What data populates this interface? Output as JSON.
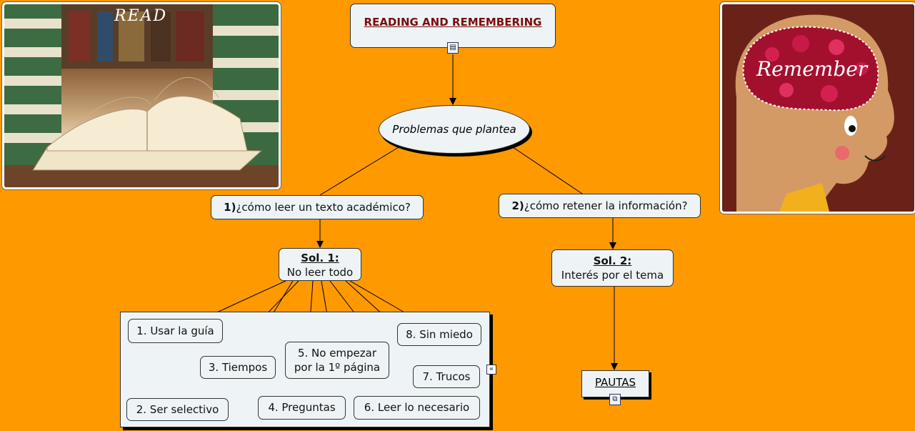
{
  "title": "READING AND REMEMBERING",
  "problems": "Problemas que plantea",
  "q1": {
    "num": "1)",
    "text": "¿cómo leer un texto académico?"
  },
  "q2": {
    "num": "2)",
    "text": "¿cómo retener la información?"
  },
  "sol1": {
    "title": "Sol. 1:",
    "text": "No leer todo"
  },
  "sol2": {
    "title": "Sol. 2:",
    "text": "Interés por el tema"
  },
  "items": {
    "i1": "1. Usar la guía",
    "i2": "2. Ser selectivo",
    "i3": "3. Tiempos",
    "i4": "4. Preguntas",
    "i5a": "5. No empezar",
    "i5b": "por la 1º página",
    "i6": "6. Leer lo necesario",
    "i7": "7. Trucos",
    "i8": "8. Sin miedo"
  },
  "pautas": "PAUTAS",
  "images": {
    "read_caption": "READ",
    "remember_caption": "Remember"
  },
  "icons": {
    "doc": "document-icon",
    "sitemap": "sitemap-icon",
    "collapse": "collapse-icon"
  },
  "colors": {
    "background": "#ff9900",
    "node": "#eef4f6",
    "title": "#7a0c0c"
  }
}
